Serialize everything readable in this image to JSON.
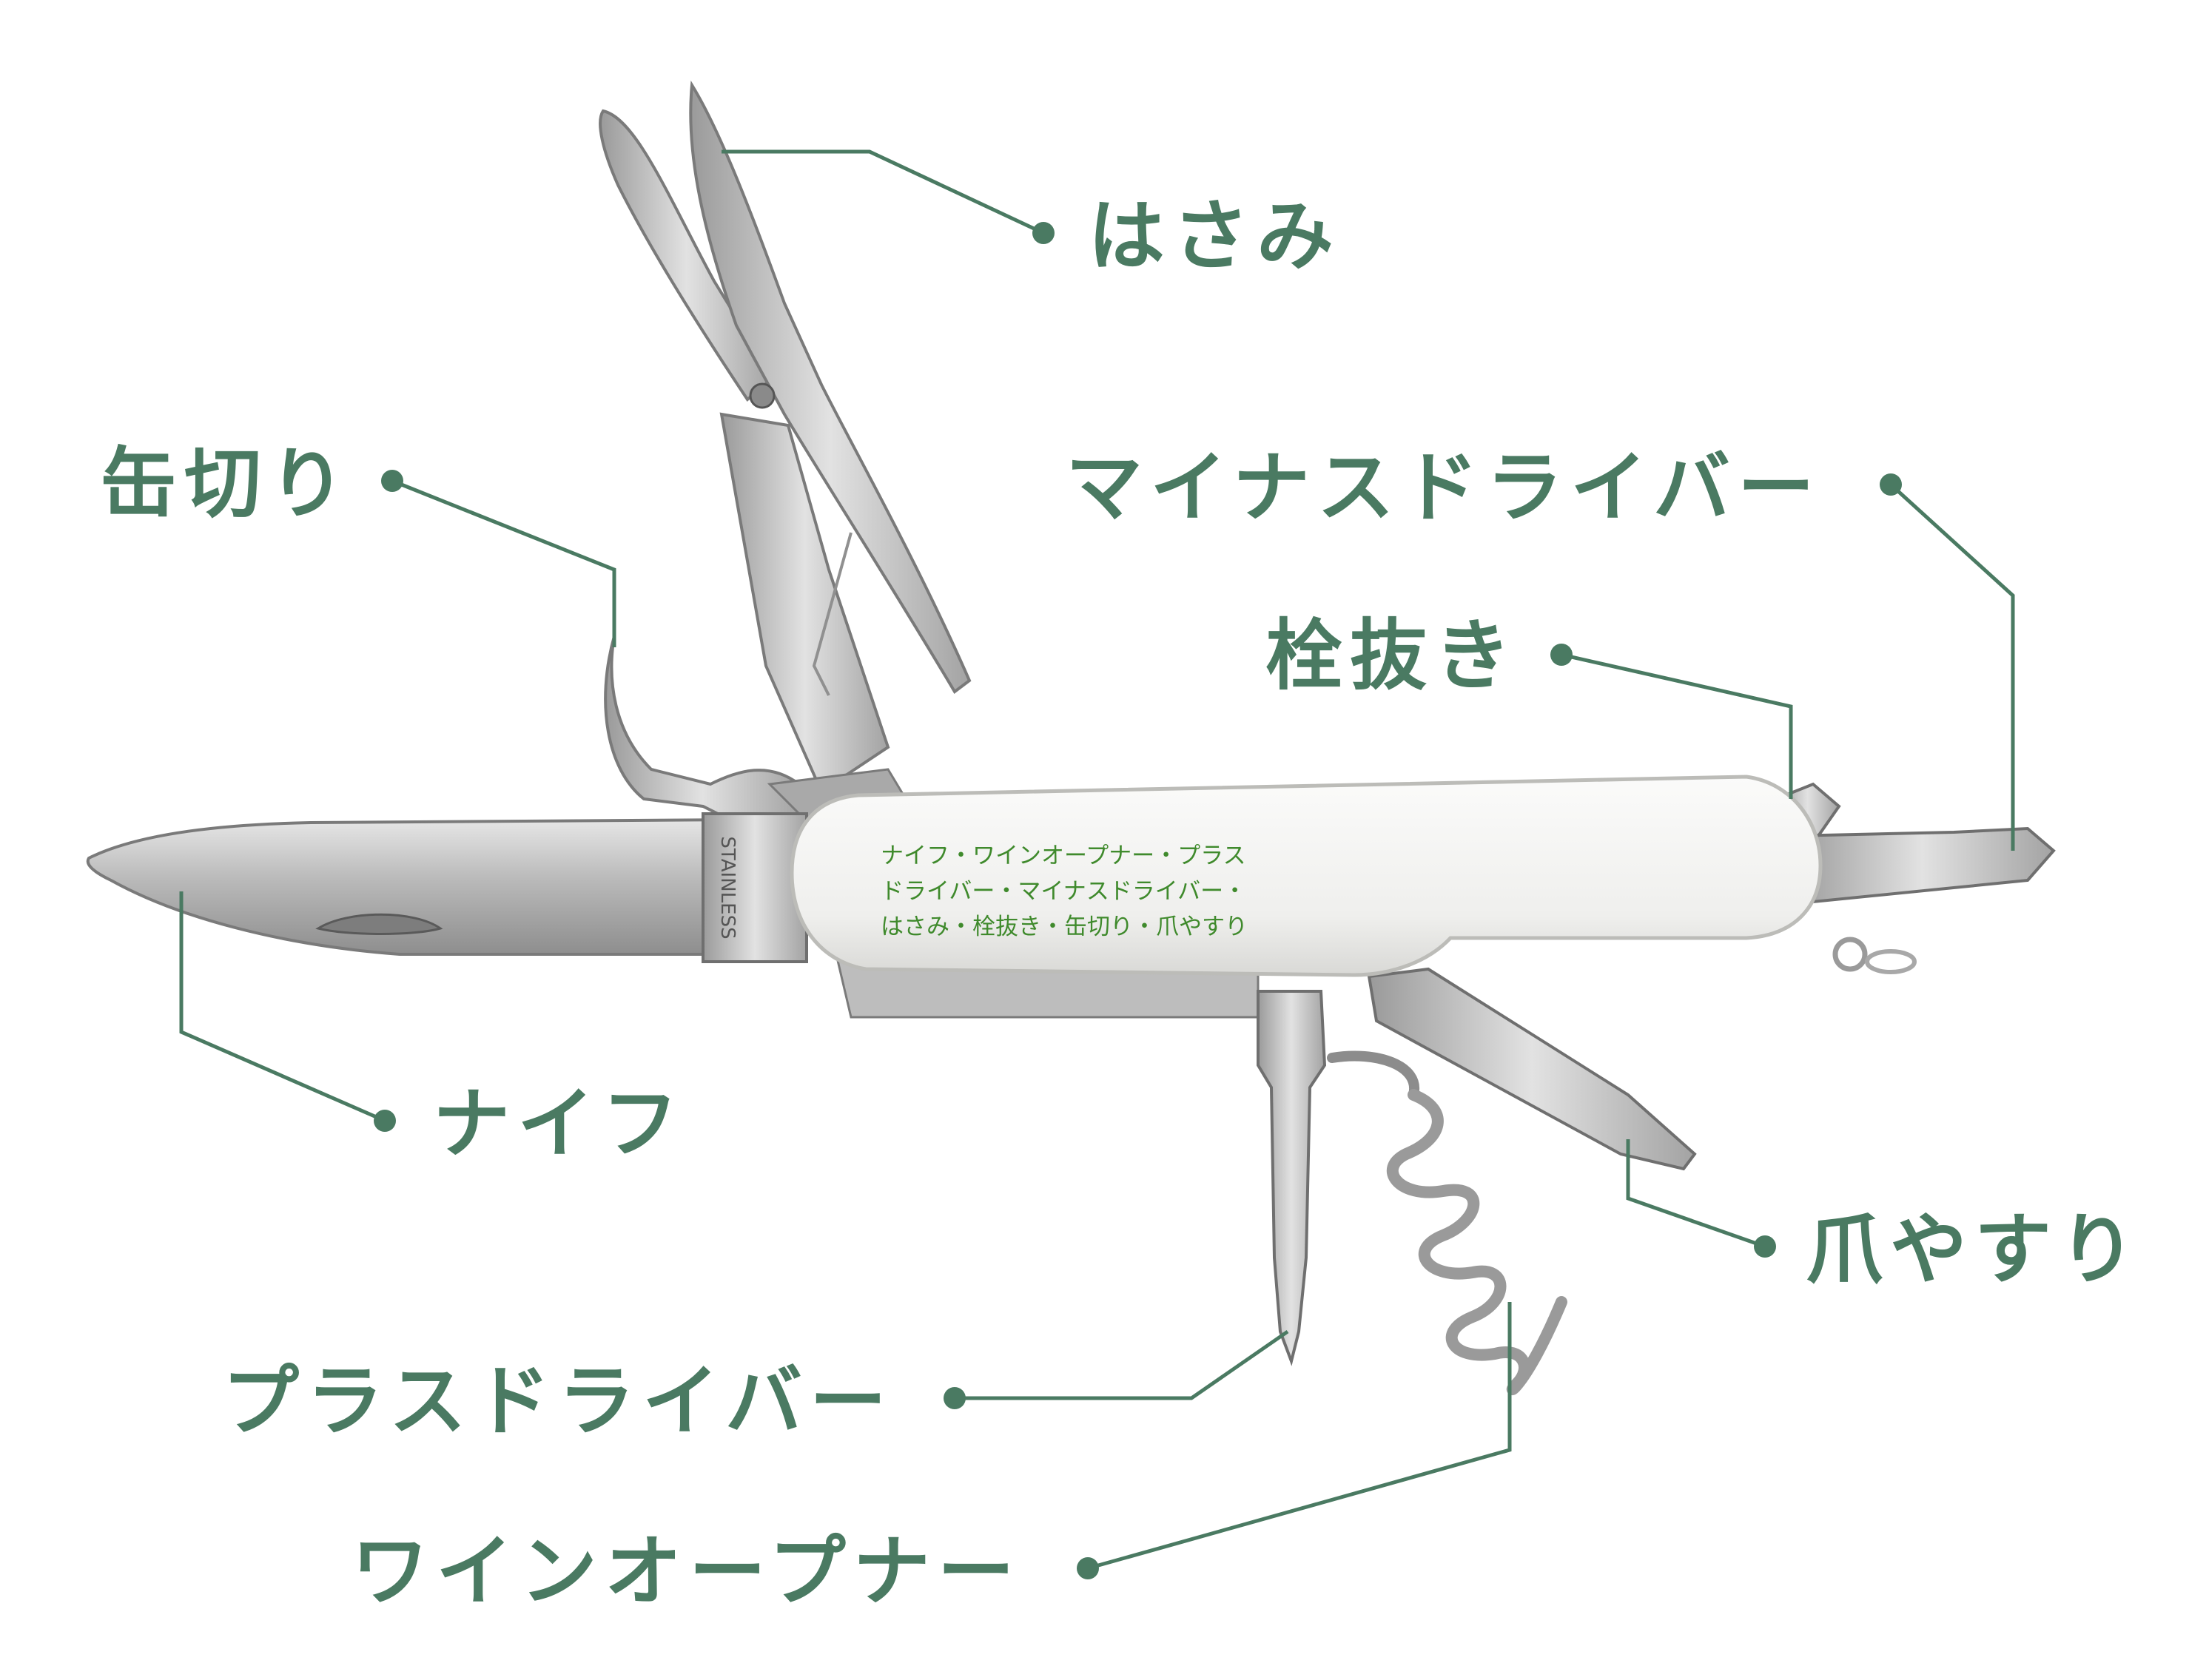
{
  "labels": {
    "scissors": "はさみ",
    "can_opener": "缶切り",
    "flathead": "マイナスドライバー",
    "bottle_opener": "栓抜き",
    "knife": "ナイフ",
    "nail_file": "爪やすり",
    "phillips": "プラスドライバー",
    "corkscrew": "ワインオープナー"
  },
  "handle": {
    "line1": "ナイフ・ワインオープナー・プラス",
    "line2": "ドライバー・マイナスドライバー・",
    "line3": "はさみ・栓抜き・缶切り・爪やすり"
  },
  "blade_marking": "STAINLESS",
  "colors": {
    "callout": "#4a7a62",
    "handle_text": "#3f8a2c",
    "handle": "#f1f1ef",
    "steel": "#c9c9c9"
  }
}
